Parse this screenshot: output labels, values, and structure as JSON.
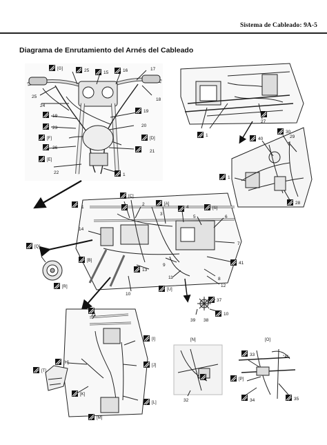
{
  "header": {
    "section": "Sistema de Cableado: 9A-5"
  },
  "title": "Diagrama de Enrutamiento del Arnés del Cableado",
  "footer_code": "",
  "panels": {
    "handlebar": {
      "tags": [
        "[G]",
        "[F]",
        "[E]",
        "[D]"
      ],
      "numbers": [
        "25",
        "15",
        "16",
        "17",
        "18",
        "24",
        "19",
        "19",
        "23",
        "20",
        "36",
        "21",
        "22",
        "1"
      ]
    },
    "rear_upper": {
      "numbers": [
        "1",
        "27"
      ]
    },
    "rear_lower": {
      "numbers": [
        "30",
        "29",
        "40",
        "1",
        "28"
      ]
    },
    "center": {
      "tags": [
        "[C]",
        "[A]",
        "[S]",
        "[B]",
        "[U]"
      ],
      "numbers": [
        "1",
        "2",
        "3",
        "4",
        "5",
        "6",
        "7",
        "14",
        "41",
        "13",
        "9",
        "8",
        "10",
        "12",
        "11"
      ]
    },
    "horn": {
      "tags": [
        "[Q]",
        "[R]"
      ]
    },
    "small_part": {
      "numbers": [
        "37",
        "39",
        "38",
        "10"
      ]
    },
    "bottom_left": {
      "tags": [
        "[I]",
        "[H]",
        "[J]",
        "[T]",
        "[K]",
        "[L]",
        "[M]"
      ],
      "numbers": [
        "31"
      ]
    },
    "detail_n": {
      "tag": "[N]",
      "numbers": [
        "32"
      ]
    },
    "detail_o": {
      "tag": "[O]",
      "callout": "\"A\"",
      "tags": [
        "[P]"
      ],
      "numbers": [
        "33",
        "34",
        "35"
      ]
    }
  }
}
